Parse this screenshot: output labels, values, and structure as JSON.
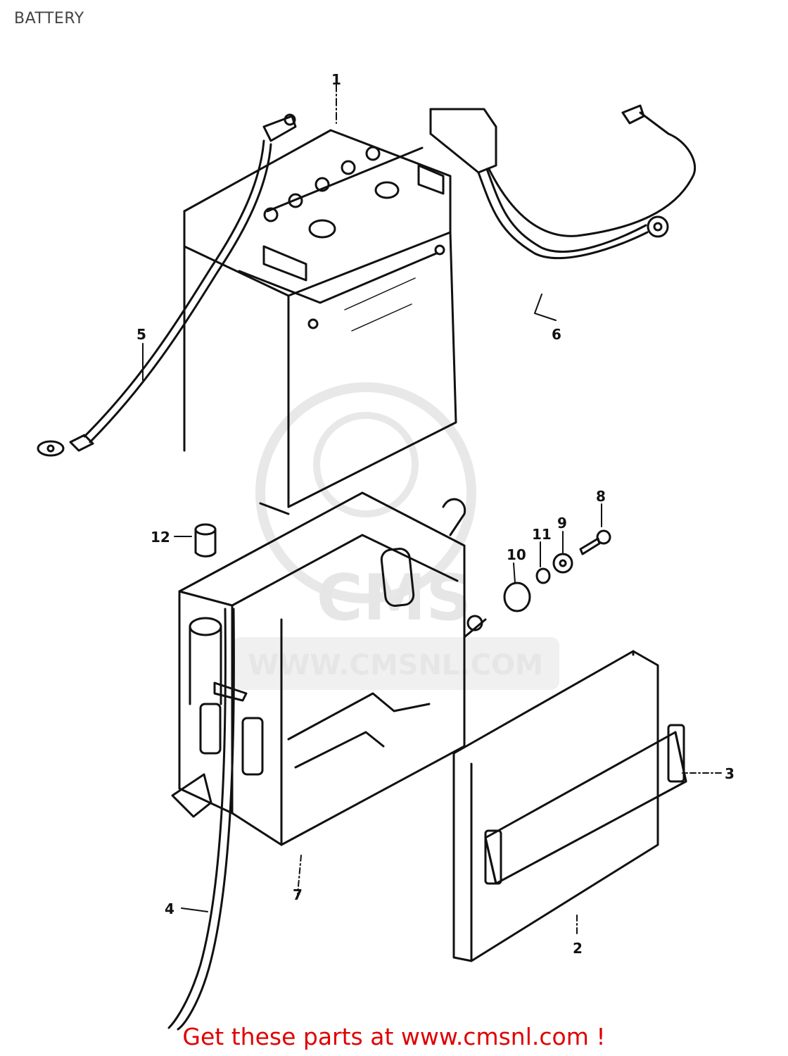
{
  "header": {
    "title": "BATTERY"
  },
  "watermark": {
    "brand": "CMS",
    "url": "WWW.CMSNL.COM"
  },
  "callouts": {
    "c1": "1",
    "c2": "2",
    "c3": "3",
    "c4": "4",
    "c5": "5",
    "c6": "6",
    "c7": "7",
    "c8": "8",
    "c9": "9",
    "c10": "10",
    "c11": "11",
    "c12": "12"
  },
  "footer": {
    "cta": "Get these parts at www.cmsnl.com !"
  },
  "colors": {
    "line": "#111111",
    "cta": "#e00000",
    "watermark": "#e6e6e6"
  }
}
